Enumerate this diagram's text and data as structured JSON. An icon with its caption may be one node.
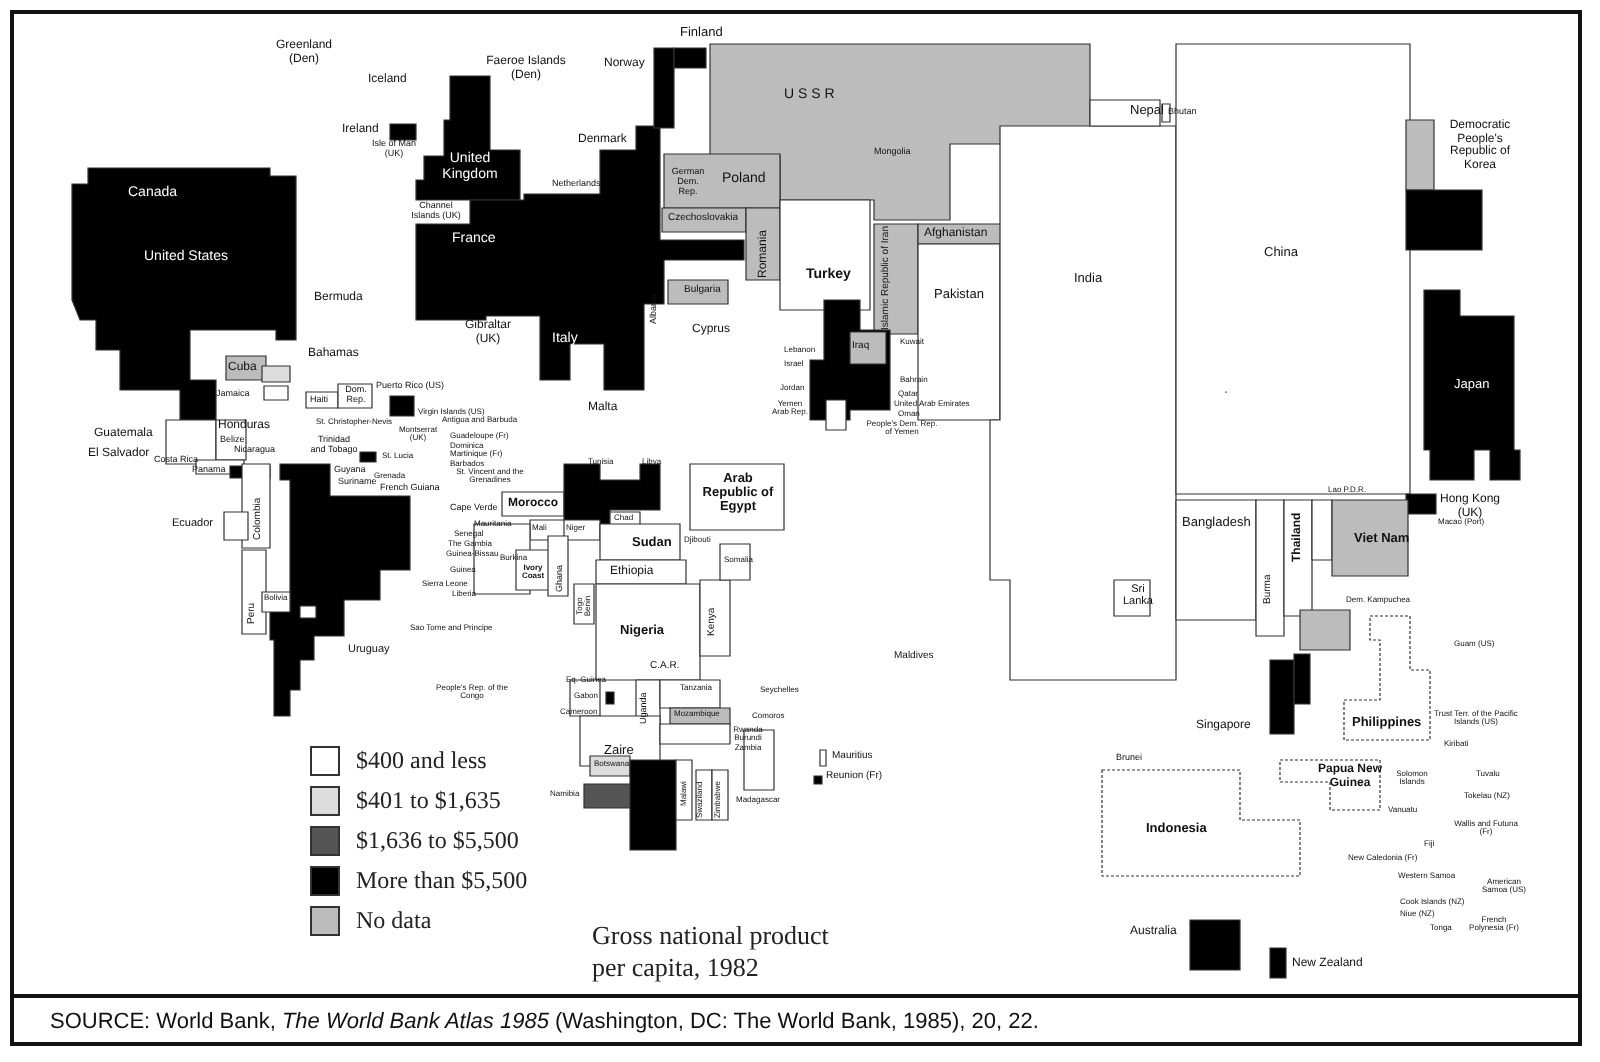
{
  "diagram": {
    "title": "Gross national product per capita, 1982",
    "caption": "SOURCE: World Bank, *The World Bank Atlas 1985* (Washington, DC: The World Bank, 1985), 20, 22.",
    "labels": [
      "Finland",
      "Greenland (Den)",
      "Faeroe Islands (Den)",
      "Norway",
      "Iceland",
      "U S S R",
      "Nepal",
      "Bhutan",
      "Democratic People's Republic of Korea",
      "Ireland",
      "Isle of Man (UK)",
      "Denmark",
      "Mongolia",
      "United Kingdom",
      "German Dem. Rep.",
      "Poland",
      "Netherlands",
      "Canada",
      "Channel Islands (UK)",
      "Czechoslovakia",
      "Afghanistan",
      "France",
      "China",
      "India",
      "United States",
      "Romania",
      "Turkey",
      "Islamic Republic of Iran",
      "Pakistan",
      "Bulgaria",
      "Albania",
      "Bermuda",
      "Cyprus",
      "Gibraltar (UK)",
      "Italy",
      "Iraq",
      "Kuwait",
      "Lebanon",
      "Bahamas",
      "Israel",
      "Cuba",
      "Bahrain",
      "Japan",
      "Jordan",
      "Jamaica",
      "Haiti",
      "Dom. Rep.",
      "Puerto Rico (US)",
      "Qatar",
      "United Arab Emirates",
      "Oman",
      "Yemen Arab Rep.",
      "Malta",
      "Virgin Islands (US)",
      "Antigua and Barbuda",
      "People's Dem. Rep. of Yemen",
      "St. Christopher-Nevis",
      "Montserrat (UK)",
      "Honduras",
      "Guatemala",
      "Guadeloupe (Fr)",
      "Trinidad and Tobago",
      "Belize",
      "Dominica",
      "Martinique (Fr)",
      "El Salvador",
      "Nicaragua",
      "St. Lucia",
      "Costa Rica",
      "Barbados",
      "Tunisia",
      "Libya",
      "Panama",
      "St. Vincent and the Grenadines",
      "Grenada",
      "Guyana",
      "Suriname",
      "Arab Republic of Egypt",
      "Lao P.D.R.",
      "Hong Kong (UK)",
      "French Guiana",
      "Colombia",
      "Morocco",
      "Cape Verde",
      "Macao (Port)",
      "Chad",
      "Mauritania",
      "Mali",
      "Niger",
      "Bangladesh",
      "Viet Nam",
      "Ecuador",
      "Senegal",
      "Sudan",
      "Djibouti",
      "The Gambia",
      "Guinea-Bissau",
      "Burkina",
      "Ghana",
      "Thailand",
      "Somalia",
      "Ethiopia",
      "Guinea",
      "Ivory Coast",
      "Burma",
      "Sierra Leone",
      "Peru",
      "Liberia",
      "Sri Lanka",
      "Togo Benin",
      "Bolivia",
      "Kenya",
      "Dem. Kampuchea",
      "Nigeria",
      "Sao Tome and Principe",
      "Uruguay",
      "Guam (US)",
      "Maldives",
      "C.A.R.",
      "Eq. Guinea",
      "People's Rep. of the Congo",
      "Tanzania",
      "Gabon",
      "Seychelles",
      "Uganda",
      "Cameroon",
      "Trust Terr. of the Pacific Islands (US)",
      "Comoros",
      "Mozambique",
      "Singapore",
      "Philippines",
      "Rwanda Burundi Zambia",
      "Kiribati",
      "Zaire",
      "Mauritius",
      "Brunei",
      "Botswana",
      "Papua New Guinea",
      "Solomon Islands",
      "Tuvalu",
      "Malawi",
      "Reunion (Fr)",
      "Namibia",
      "Swaziland",
      "Zimbabwe",
      "Madagascar",
      "Tokelau (NZ)",
      "Vanuatu",
      "Indonesia",
      "Wallis and Futuna (Fr)",
      "Fiji",
      "New Caledonia (Fr)",
      "Western Samoa",
      "American Samoa (US)",
      "Cook Islands (NZ)",
      "Niue (NZ)",
      "Tonga",
      "French Polynesia (Fr)",
      "Australia",
      "New Zealand"
    ],
    "legend": [
      {
        "text": "$400 and less",
        "color": "#ffffff"
      },
      {
        "text": "$401 to $1,635",
        "color": "#dcdcdc"
      },
      {
        "text": "$1,636 to $5,500",
        "color": "#555555"
      },
      {
        "text": "More than $5,500",
        "color": "#000000"
      },
      {
        "text": "No data",
        "color": "#bcbcbc"
      }
    ]
  }
}
